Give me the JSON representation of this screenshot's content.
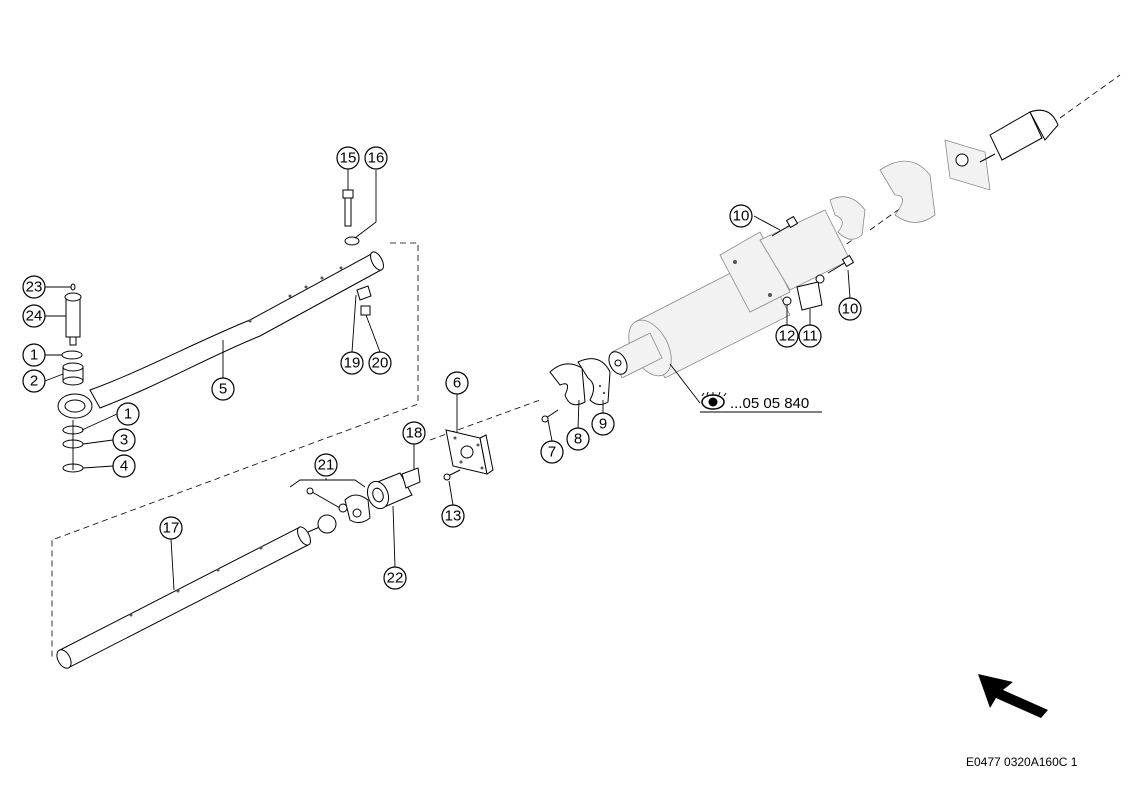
{
  "callouts": {
    "c1a": "1",
    "c2": "2",
    "c1b": "1",
    "c3": "3",
    "c4": "4",
    "c5": "5",
    "c6": "6",
    "c7": "7",
    "c8": "8",
    "c9": "9",
    "c10a": "10",
    "c10b": "10",
    "c11": "11",
    "c12": "12",
    "c13": "13",
    "c15": "15",
    "c16": "16",
    "c17": "17",
    "c18": "18",
    "c19": "19",
    "c20": "20",
    "c21": "21",
    "c22": "22",
    "c23": "23",
    "c24": "24"
  },
  "reference": {
    "text": "...05 05 840",
    "icon": "eye-icon"
  },
  "drawing_code": "E0477 0320A160C 1",
  "direction_arrow": "arrow-icon"
}
